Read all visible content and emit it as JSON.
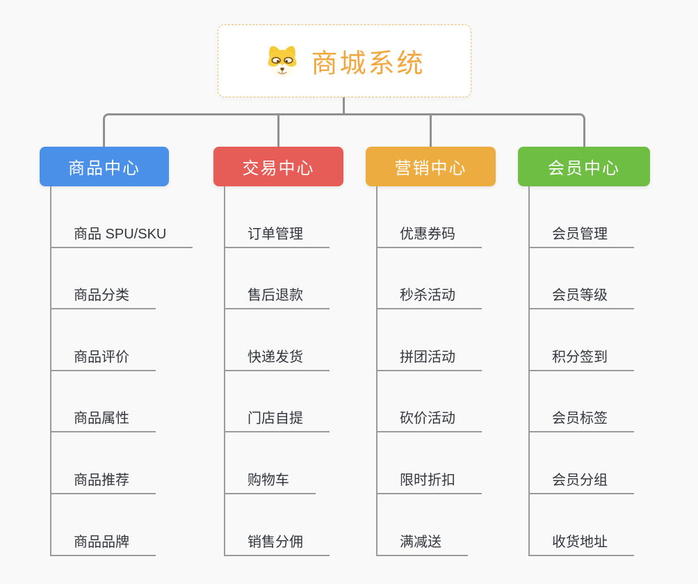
{
  "page": {
    "background_color": "#f9f9f9",
    "connector_color": "#909090",
    "underline_color": "#9a9a9a",
    "item_text_color": "#32353b"
  },
  "root": {
    "title": "商城系统",
    "title_color": "#f2a73e",
    "border_color": "#edc06b",
    "icon": "dog-face-icon"
  },
  "branches": [
    {
      "label": "商品中心",
      "color": "#4b90e8",
      "items": [
        "商品 SPU/SKU",
        "商品分类",
        "商品评价",
        "商品属性",
        "商品推荐",
        "商品品牌"
      ]
    },
    {
      "label": "交易中心",
      "color": "#e65c57",
      "items": [
        "订单管理",
        "售后退款",
        "快递发货",
        "门店自提",
        "购物车",
        "销售分佣"
      ]
    },
    {
      "label": "营销中心",
      "color": "#edac40",
      "items": [
        "优惠券码",
        "秒杀活动",
        "拼团活动",
        "砍价活动",
        "限时折扣",
        "满减送"
      ]
    },
    {
      "label": "会员中心",
      "color": "#6fbe44",
      "items": [
        "会员管理",
        "会员等级",
        "积分签到",
        "会员标签",
        "会员分组",
        "收货地址"
      ]
    }
  ]
}
